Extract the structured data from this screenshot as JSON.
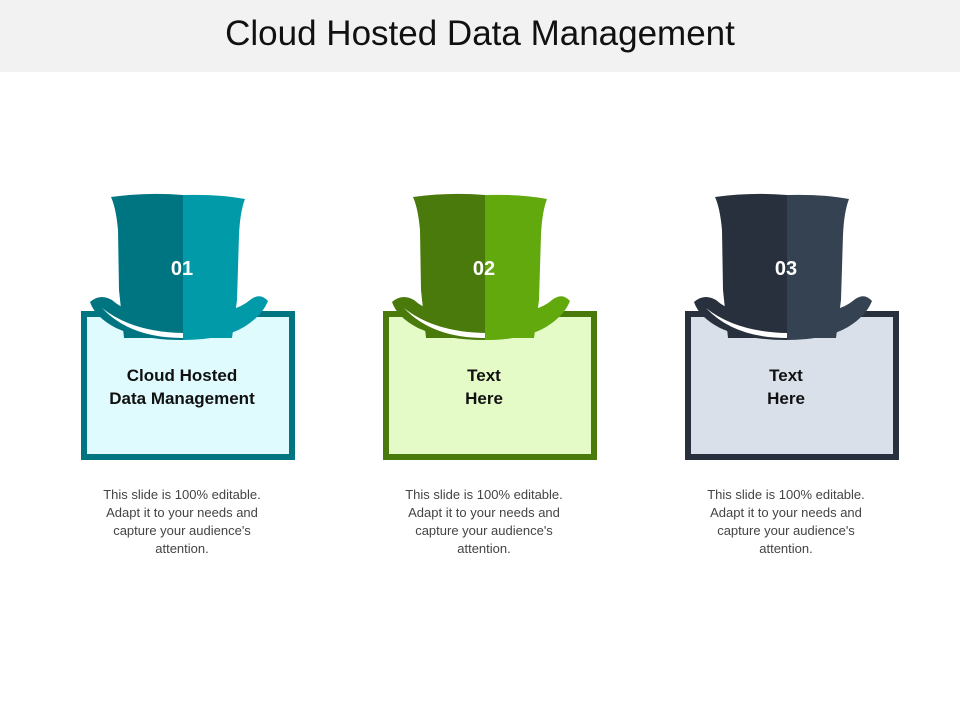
{
  "slide": {
    "title": "Cloud Hosted Data Management"
  },
  "items": [
    {
      "number": "01",
      "heading": "Cloud Hosted\nData Management",
      "description": "This slide is 100% editable. Adapt it to your needs and capture your audience's attention.",
      "colors": {
        "dark": "#007582",
        "light": "#009aa8",
        "fill": "#e0fbfd",
        "border": "#007582"
      }
    },
    {
      "number": "02",
      "heading": "Text\nHere",
      "description": "This slide is 100% editable. Adapt it to your needs and capture your audience's attention.",
      "colors": {
        "dark": "#4a7a0c",
        "light": "#62a90e",
        "fill": "#e4fbc7",
        "border": "#4a7a0c"
      }
    },
    {
      "number": "03",
      "heading": "Text\nHere",
      "description": "This slide is 100% editable. Adapt it to your needs and capture your audience's attention.",
      "colors": {
        "dark": "#27303c",
        "light": "#354252",
        "fill": "#d9e0ea",
        "border": "#27303c"
      }
    }
  ]
}
